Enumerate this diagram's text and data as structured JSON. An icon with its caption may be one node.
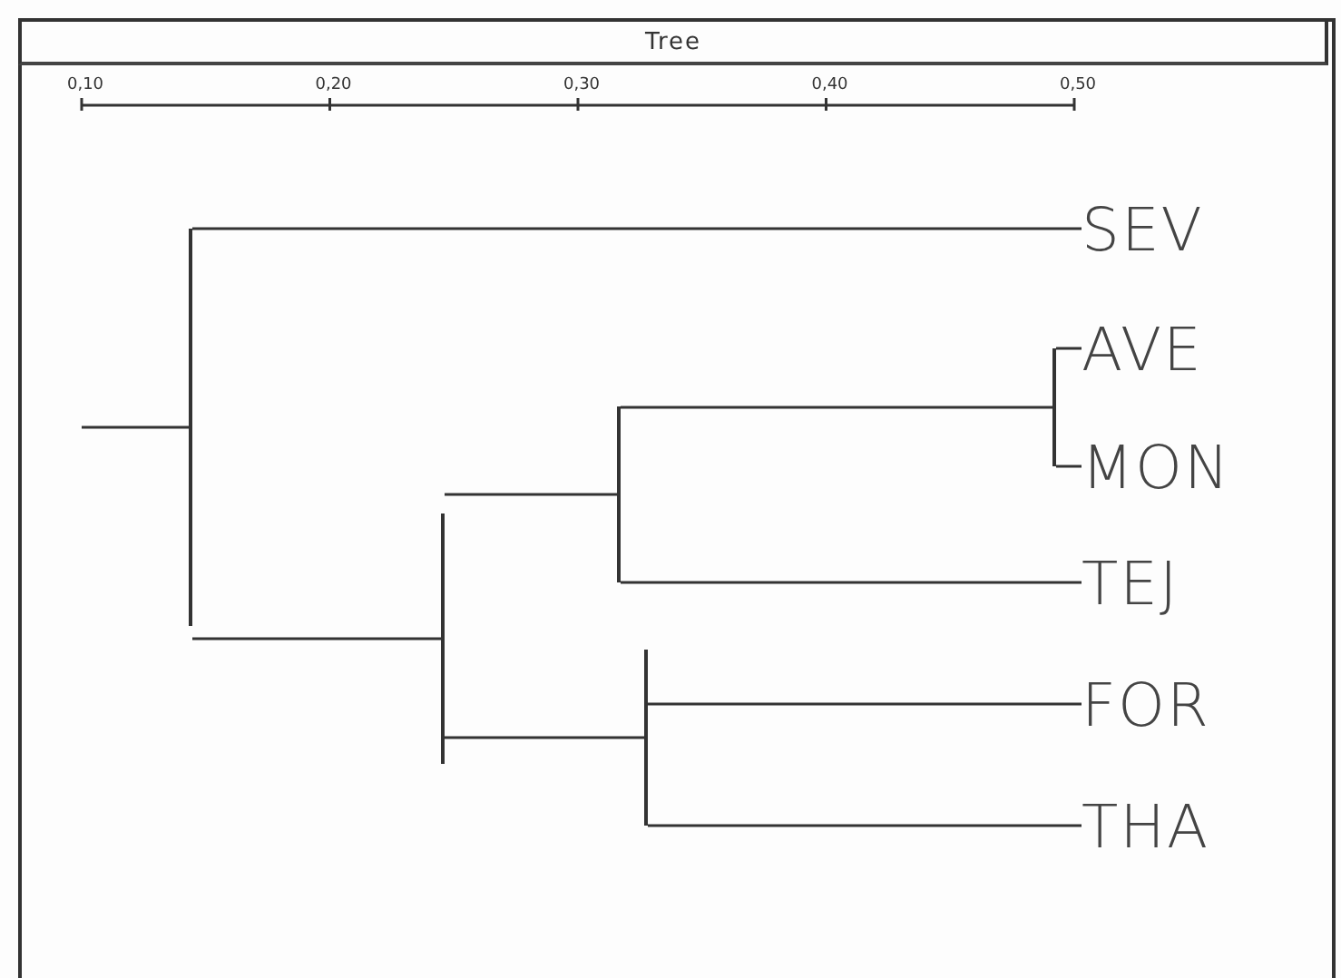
{
  "diagram": {
    "title": "Tree",
    "nodes": [
      {
        "text": [],
        "shape": "bar"
      },
      {
        "text": [
          "SEV"
        ]
      },
      {
        "text": [],
        "shape": "bar"
      },
      {
        "text": [],
        "shape": "bar"
      },
      {
        "text": [],
        "shape": "bar"
      },
      {
        "text": [
          "AVE"
        ]
      },
      {
        "text": [
          "MON"
        ]
      },
      {
        "text": [
          "TEJ"
        ]
      },
      {
        "text": [],
        "shape": "bar"
      },
      {
        "text": [
          "FOR"
        ]
      },
      {
        "text": [
          "THA"
        ]
      }
    ],
    "edges": [
      {
        "from": null,
        "to": 0,
        "arrow": "none"
      },
      {
        "from": 0,
        "to": 1,
        "arrow": "none"
      },
      {
        "from": 0,
        "to": 2,
        "arrow": "none"
      },
      {
        "from": 2,
        "to": 3,
        "arrow": "none"
      },
      {
        "from": 3,
        "to": 4,
        "arrow": "none"
      },
      {
        "from": 4,
        "to": 5,
        "arrow": "none"
      },
      {
        "from": 4,
        "to": 6,
        "arrow": "none"
      },
      {
        "from": 3,
        "to": 7,
        "arrow": "none"
      },
      {
        "from": 2,
        "to": 8,
        "arrow": "none"
      },
      {
        "from": 8,
        "to": 9,
        "arrow": "none"
      },
      {
        "from": 8,
        "to": 10,
        "arrow": "none"
      }
    ],
    "labels": [
      "0,10",
      "0,20",
      "0,30",
      "0,40",
      "0,50"
    ]
  }
}
